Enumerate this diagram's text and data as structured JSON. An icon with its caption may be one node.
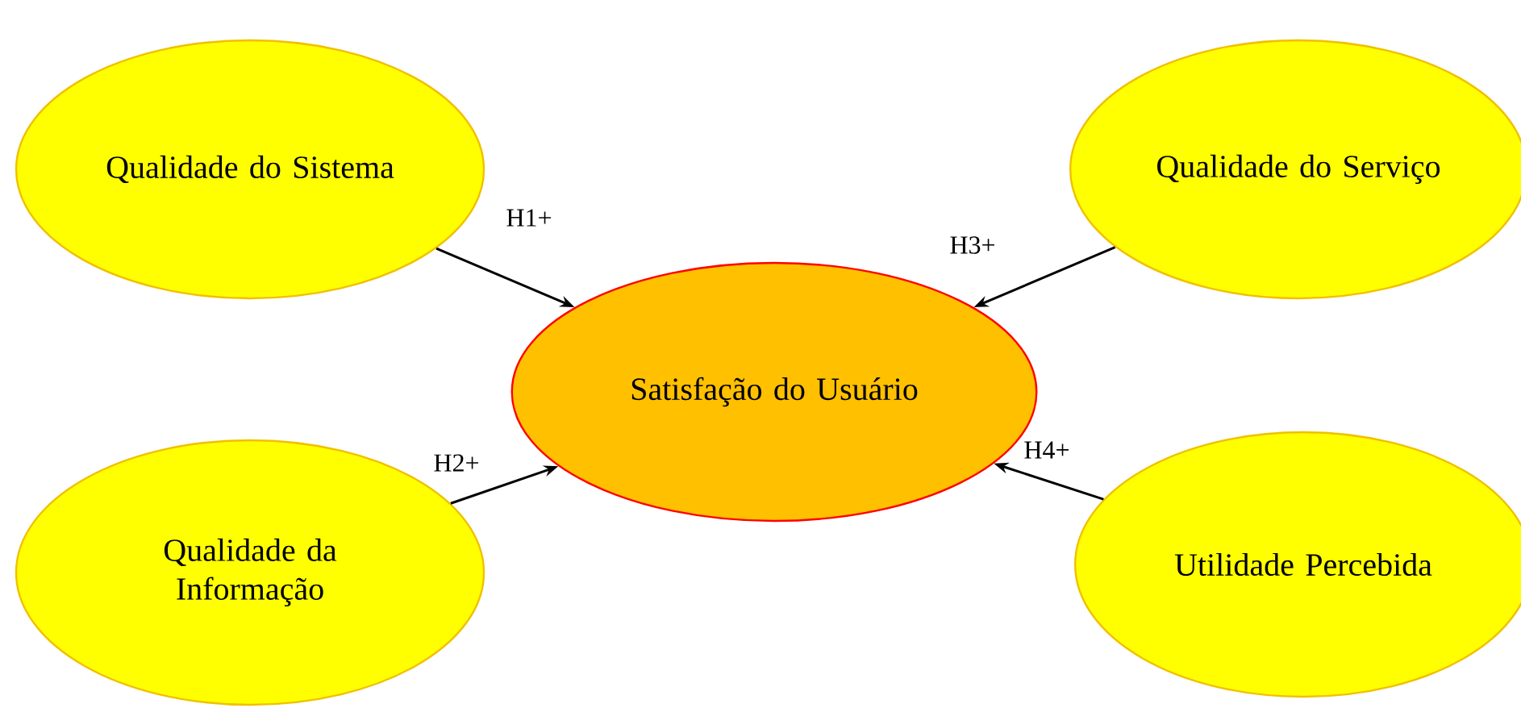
{
  "diagram": {
    "nodes": [
      {
        "text": [
          "Qualidade do Sistema"
        ]
      },
      {
        "text": [
          "Qualidade do Serviço"
        ]
      },
      {
        "text": [
          "Satisfação do Usuário"
        ]
      },
      {
        "text": [
          "Qualidade da Informação"
        ]
      },
      {
        "text": [
          "Utilidade Percebida"
        ]
      }
    ],
    "edges": [
      {
        "from": 0,
        "to": 2,
        "arrow": "to",
        "label": "H1+"
      },
      {
        "from": 1,
        "to": 2,
        "arrow": "to",
        "label": "H3+"
      },
      {
        "from": 3,
        "to": 2,
        "arrow": "to",
        "label": "H2+"
      },
      {
        "from": 4,
        "to": 2,
        "arrow": "to",
        "label": "H4+"
      }
    ]
  }
}
